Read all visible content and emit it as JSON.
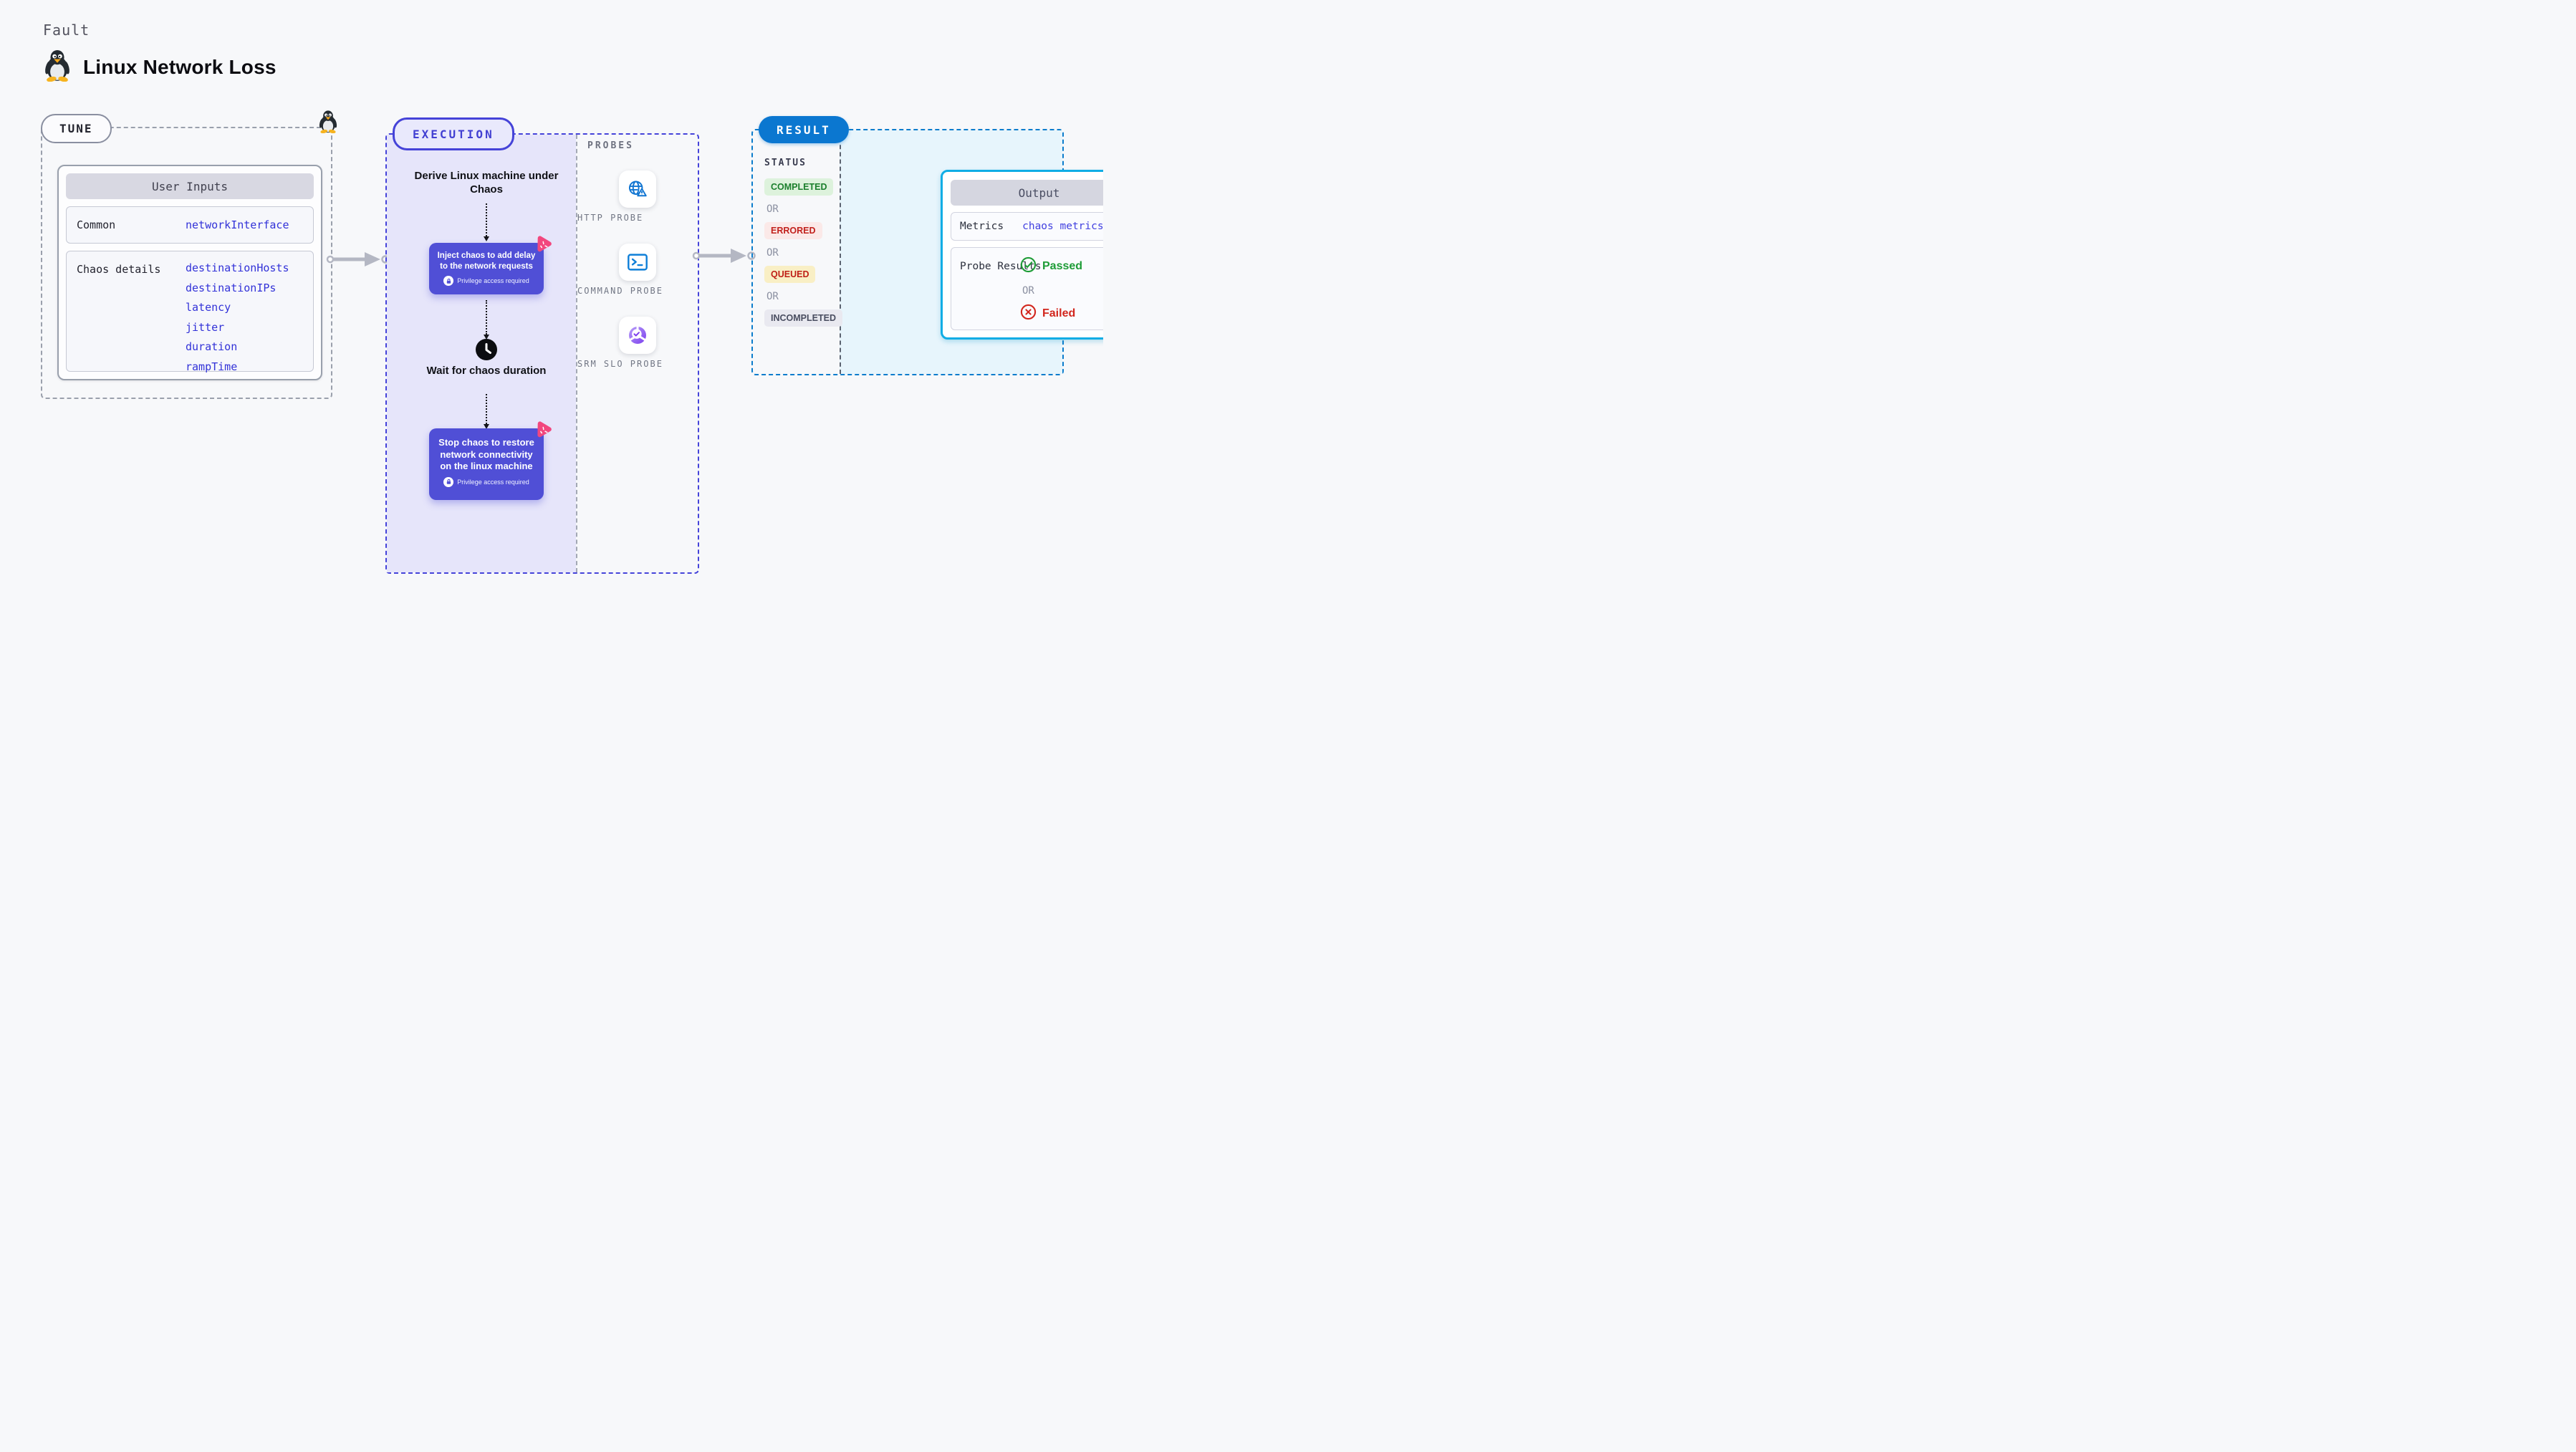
{
  "page": {
    "kicker": "Fault",
    "title": "Linux Network Loss"
  },
  "tune": {
    "label": "TUNE",
    "card_title": "User Inputs",
    "rows": [
      {
        "label": "Common",
        "values": [
          "networkInterface"
        ]
      },
      {
        "label": "Chaos details",
        "values": [
          "destinationHosts",
          "destinationIPs",
          "latency",
          "jitter",
          "duration",
          "rampTime"
        ]
      }
    ]
  },
  "execution": {
    "label": "EXECUTION",
    "derive_step": "Derive Linux machine under Chaos",
    "inject_step": {
      "text": "Inject chaos to add delay to the network requests",
      "badge": "Privilege access required"
    },
    "wait_step": "Wait for chaos duration",
    "stop_step": {
      "text": "Stop chaos to restore network connectivity on the linux machine",
      "badge": "Privilege access required"
    }
  },
  "probes": {
    "label": "PROBES",
    "items": [
      {
        "label": "HTTP PROBE",
        "icon": "globe-alert-icon"
      },
      {
        "label": "COMMAND PROBE",
        "icon": "terminal-icon"
      },
      {
        "label": "SRM SLO PROBE",
        "icon": "slo-donut-icon"
      }
    ]
  },
  "result": {
    "label": "RESULT",
    "status_label": "STATUS",
    "or_label": "OR",
    "statuses": [
      "COMPLETED",
      "ERRORED",
      "QUEUED",
      "INCOMPLETED"
    ],
    "output": {
      "title": "Output",
      "metrics_label": "Metrics",
      "metrics_value": "chaos metrics",
      "probe_results_label": "Probe Results",
      "passed_label": "Passed",
      "failed_label": "Failed",
      "or_label": "OR"
    }
  },
  "colors": {
    "page_bg": "#f7f8fa",
    "execution_accent": "#4543d8",
    "execution_fill": "#e6e5fa",
    "chaos_node": "#504fd6",
    "chaos_logo_pink": "#f2477e",
    "result_accent": "#0b77d0",
    "result_fill": "#e7f5fc",
    "output_border": "#10ade5",
    "success_green": "#1e9c37",
    "error_red": "#d2271e",
    "queued_yellow_bg": "#f9efc5",
    "value_blue": "#3232d8",
    "arrow_gray": "#b4b7c3"
  }
}
